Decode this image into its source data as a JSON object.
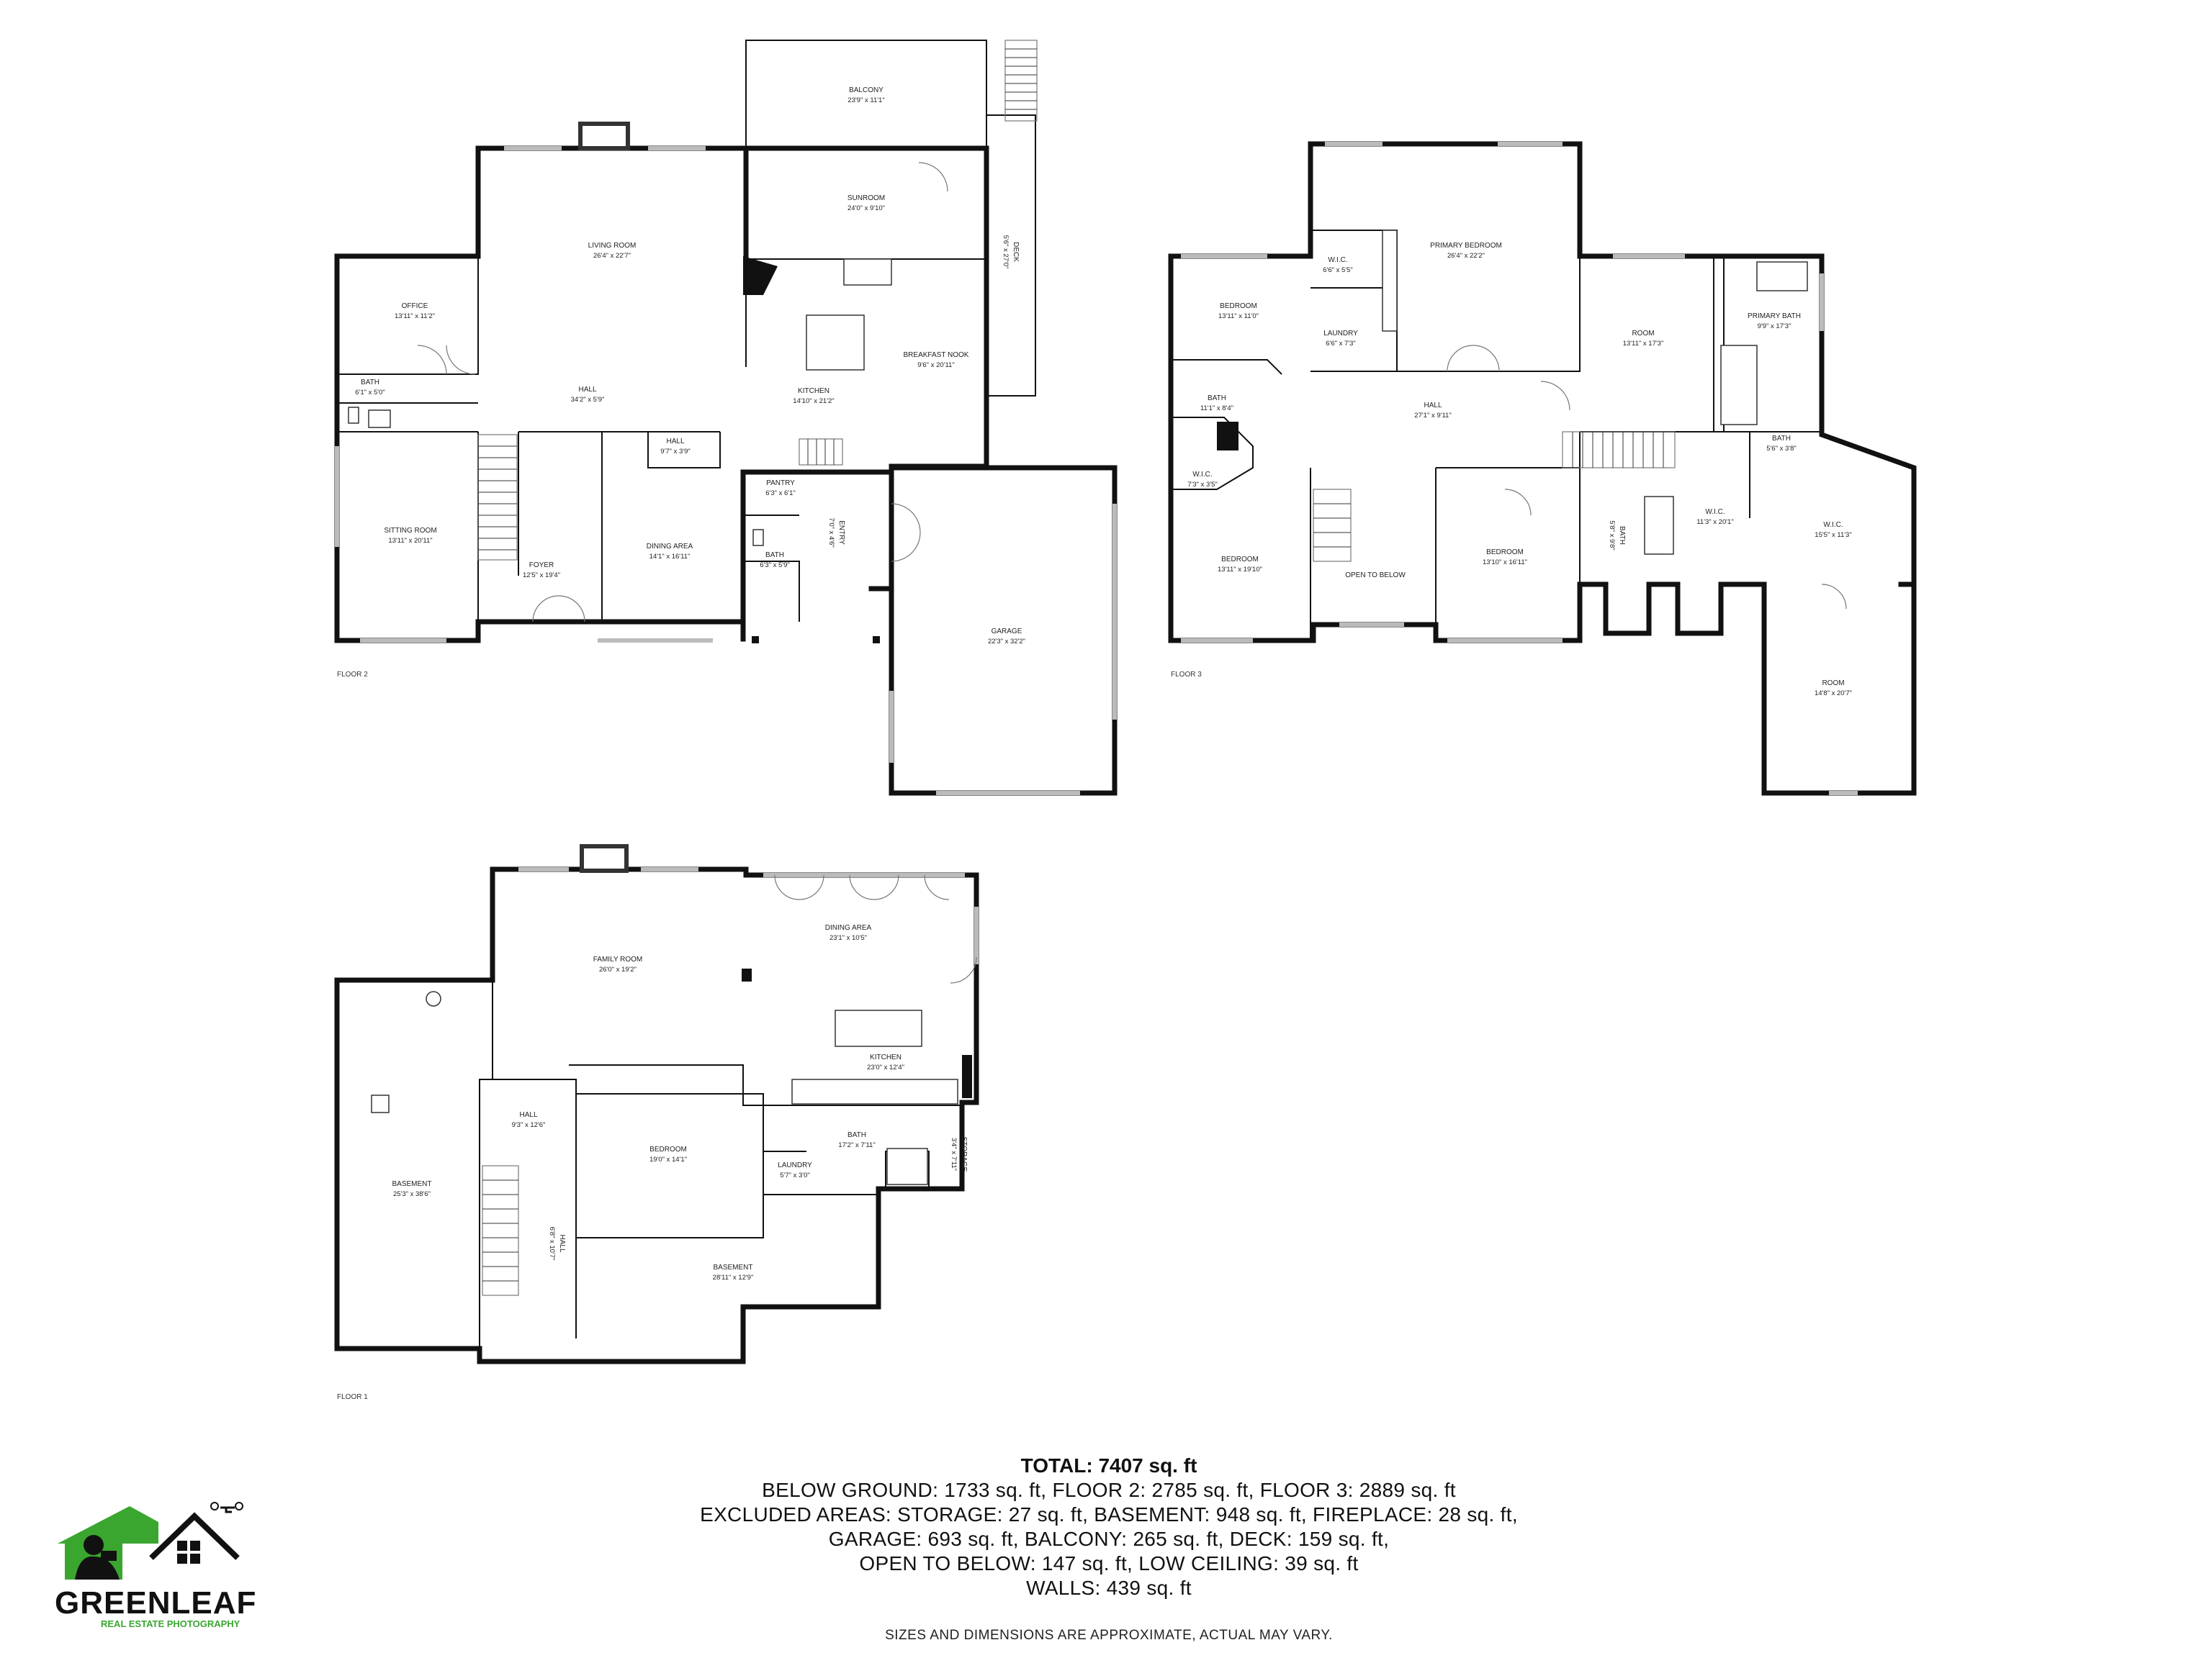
{
  "floors": {
    "floor2_label": "FLOOR 2",
    "floor3_label": "FLOOR 3",
    "floor1_label": "FLOOR 1"
  },
  "rooms": {
    "balcony": {
      "name": "BALCONY",
      "dim": "23'9\" x 11'1\""
    },
    "sunroom": {
      "name": "SUNROOM",
      "dim": "24'0\" x 9'10\""
    },
    "living_room": {
      "name": "LIVING ROOM",
      "dim": "26'4\" x 22'7\""
    },
    "office": {
      "name": "OFFICE",
      "dim": "13'11\" x 11'2\""
    },
    "deck": {
      "name": "DECK",
      "dim": "5'6\" x 27'0\""
    },
    "breakfast_nook": {
      "name": "BREAKFAST NOOK",
      "dim": "9'6\" x 20'11\""
    },
    "kitchen2": {
      "name": "KITCHEN",
      "dim": "14'10\" x 21'2\""
    },
    "bath_f2a": {
      "name": "BATH",
      "dim": "6'1\" x 5'0\""
    },
    "hall_f2a": {
      "name": "HALL",
      "dim": "34'2\" x 5'9\""
    },
    "hall_f2b": {
      "name": "HALL",
      "dim": "9'7\" x 3'9\""
    },
    "pantry": {
      "name": "PANTRY",
      "dim": "6'3\" x 6'1\""
    },
    "entry": {
      "name": "ENTRY",
      "dim": "7'0\" x 4'6\""
    },
    "sitting_room": {
      "name": "SITTING ROOM",
      "dim": "13'11\" x 20'11\""
    },
    "foyer": {
      "name": "FOYER",
      "dim": "12'5\" x 19'4\""
    },
    "dining_area2": {
      "name": "DINING AREA",
      "dim": "14'1\" x 16'11\""
    },
    "bath_f2b": {
      "name": "BATH",
      "dim": "6'3\" x 5'9\""
    },
    "garage": {
      "name": "GARAGE",
      "dim": "22'3\" x 32'2\""
    },
    "primary_bedroom": {
      "name": "PRIMARY BEDROOM",
      "dim": "26'4\" x 22'2\""
    },
    "wic_f3a": {
      "name": "W.I.C.",
      "dim": "6'6\" x 5'5\""
    },
    "laundry_f3": {
      "name": "LAUNDRY",
      "dim": "6'6\" x 7'3\""
    },
    "bedroom_f3a": {
      "name": "BEDROOM",
      "dim": "13'11\" x 11'0\""
    },
    "bath_f3a": {
      "name": "BATH",
      "dim": "11'1\" x 8'4\""
    },
    "wic_f3b": {
      "name": "W.I.C.",
      "dim": "7'3\" x 3'5\""
    },
    "hall_f3": {
      "name": "HALL",
      "dim": "27'1\" x 9'11\""
    },
    "room_f3a": {
      "name": "ROOM",
      "dim": "13'11\" x 17'3\""
    },
    "primary_bath": {
      "name": "PRIMARY BATH",
      "dim": "9'9\" x 17'3\""
    },
    "bath_f3b": {
      "name": "BATH",
      "dim": "5'6\" x 3'8\""
    },
    "bedroom_f3b": {
      "name": "BEDROOM",
      "dim": "13'11\" x 19'10\""
    },
    "open_to_below": {
      "name": "OPEN TO BELOW",
      "dim": ""
    },
    "bedroom_f3c": {
      "name": "BEDROOM",
      "dim": "13'10\" x 16'11\""
    },
    "bath_f3c": {
      "name": "BATH",
      "dim": "5'8\" x 9'8\""
    },
    "wic_f3c": {
      "name": "W.I.C.",
      "dim": "11'3\" x 20'1\""
    },
    "wic_f3d": {
      "name": "W.I.C.",
      "dim": "15'5\" x 11'3\""
    },
    "room_f3b": {
      "name": "ROOM",
      "dim": "14'8\" x 20'7\""
    },
    "family_room": {
      "name": "FAMILY ROOM",
      "dim": "26'0\" x 19'2\""
    },
    "dining_area1": {
      "name": "DINING AREA",
      "dim": "23'1\" x 10'5\""
    },
    "kitchen1": {
      "name": "KITCHEN",
      "dim": "23'0\" x 12'4\""
    },
    "hall_f1a": {
      "name": "HALL",
      "dim": "9'3\" x 12'6\""
    },
    "bedroom_f1": {
      "name": "BEDROOM",
      "dim": "19'0\" x 14'1\""
    },
    "bath_f1": {
      "name": "BATH",
      "dim": "17'2\" x 7'11\""
    },
    "laundry_f1": {
      "name": "LAUNDRY",
      "dim": "5'7\" x 3'0\""
    },
    "storage": {
      "name": "STORAGE",
      "dim": "3'4\" x 7'11\""
    },
    "basement_a": {
      "name": "BASEMENT",
      "dim": "25'3\" x 38'6\""
    },
    "hall_f1b": {
      "name": "HALL",
      "dim": "6'8\" x 10'7\""
    },
    "basement_b": {
      "name": "BASEMENT",
      "dim": "28'11\" x 12'9\""
    }
  },
  "summary": {
    "total": "TOTAL: 7407 sq. ft",
    "line1": "BELOW GROUND: 1733 sq. ft, FLOOR 2: 2785 sq. ft, FLOOR 3: 2889 sq. ft",
    "line2": "EXCLUDED AREAS: STORAGE: 27 sq. ft, BASEMENT: 948 sq. ft, FIREPLACE: 28 sq. ft,",
    "line3": "GARAGE: 693 sq. ft, BALCONY: 265 sq. ft, DECK: 159 sq. ft,",
    "line4": "OPEN TO BELOW: 147 sq. ft, LOW CEILING: 39 sq. ft",
    "line5": "WALLS: 439 sq. ft"
  },
  "disclaimer": "SIZES AND DIMENSIONS ARE APPROXIMATE, ACTUAL MAY VARY.",
  "logo": {
    "brand": "GREENLEAF",
    "tagline": "REAL ESTATE PHOTOGRAPHY",
    "green": "#3aa62f"
  }
}
